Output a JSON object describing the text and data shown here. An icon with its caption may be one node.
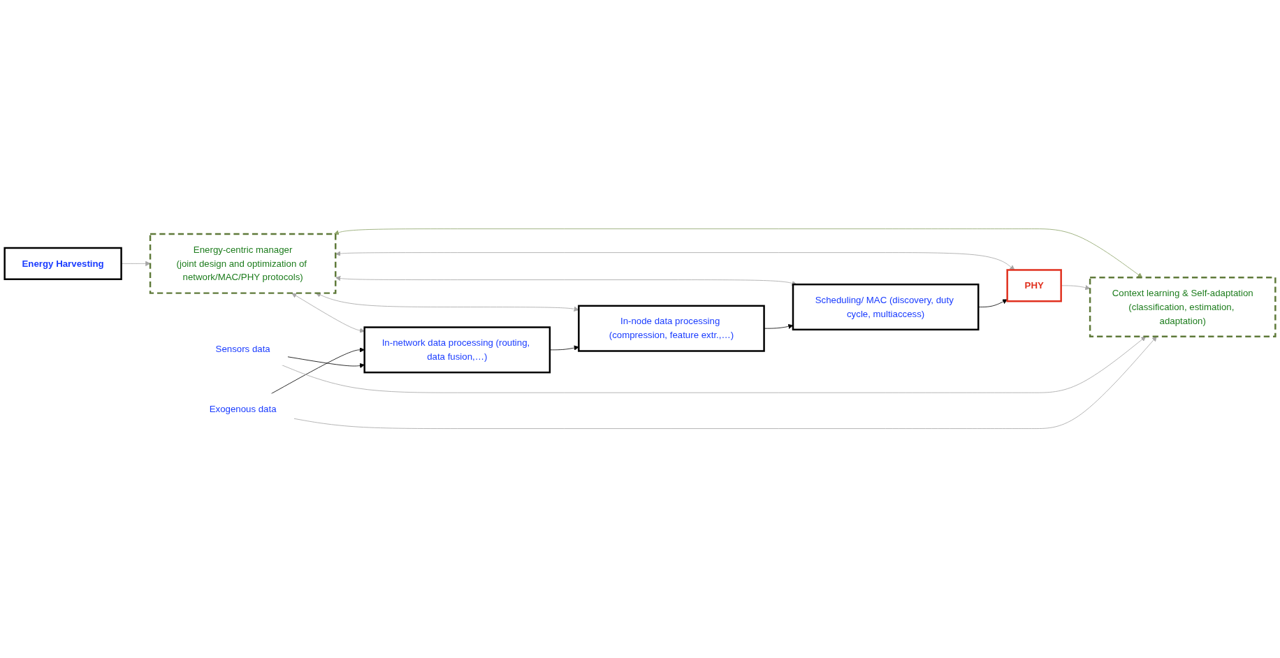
{
  "diagram": {
    "nodes": [
      {
        "text": [
          "Energy Harvesting"
        ]
      },
      {
        "text": [
          "Energy-centric manager",
          "(joint design and optimization of network/MAC/PHY protocols)"
        ]
      },
      {
        "text": [
          "In-network data processing (routing, data fusion,…)"
        ]
      },
      {
        "text": [
          "In-node data processing (compression, feature extr.,…)"
        ]
      },
      {
        "text": [
          "Scheduling/ MAC (discovery, duty cycle, multiaccess)"
        ]
      },
      {
        "text": [
          "PHY"
        ]
      },
      {
        "text": [
          "Context learning & Self-adaptation",
          "(classification, estimation, adaptation)"
        ]
      },
      {
        "text": [
          "Sensors data"
        ]
      },
      {
        "text": [
          "Exogenous data"
        ]
      }
    ],
    "edges": [
      {
        "from": 0,
        "to": 1,
        "arrow": "to"
      },
      {
        "from": 1,
        "to": 2,
        "arrow": "both"
      },
      {
        "from": 1,
        "to": 3,
        "arrow": "both"
      },
      {
        "from": 1,
        "to": 6,
        "arrow": "both",
        "color": "#8fa56b"
      },
      {
        "from": 1,
        "to": 4,
        "arrow": "both"
      },
      {
        "from": 1,
        "to": 5,
        "arrow": "both"
      },
      {
        "from": 8,
        "to": 2,
        "arrow": "to",
        "color": "#000000"
      },
      {
        "from": 7,
        "to": 2,
        "arrow": "to",
        "color": "#000000"
      },
      {
        "from": 2,
        "to": 3,
        "arrow": "to",
        "color": "#000000"
      },
      {
        "from": 3,
        "to": 4,
        "arrow": "to",
        "color": "#000000"
      },
      {
        "from": 4,
        "to": 5,
        "arrow": "to",
        "color": "#000000"
      },
      {
        "from": 5,
        "to": 6,
        "arrow": "to"
      },
      {
        "from": 7,
        "to": 6,
        "arrow": "to"
      },
      {
        "from": 8,
        "to": 6,
        "arrow": "to"
      }
    ]
  }
}
